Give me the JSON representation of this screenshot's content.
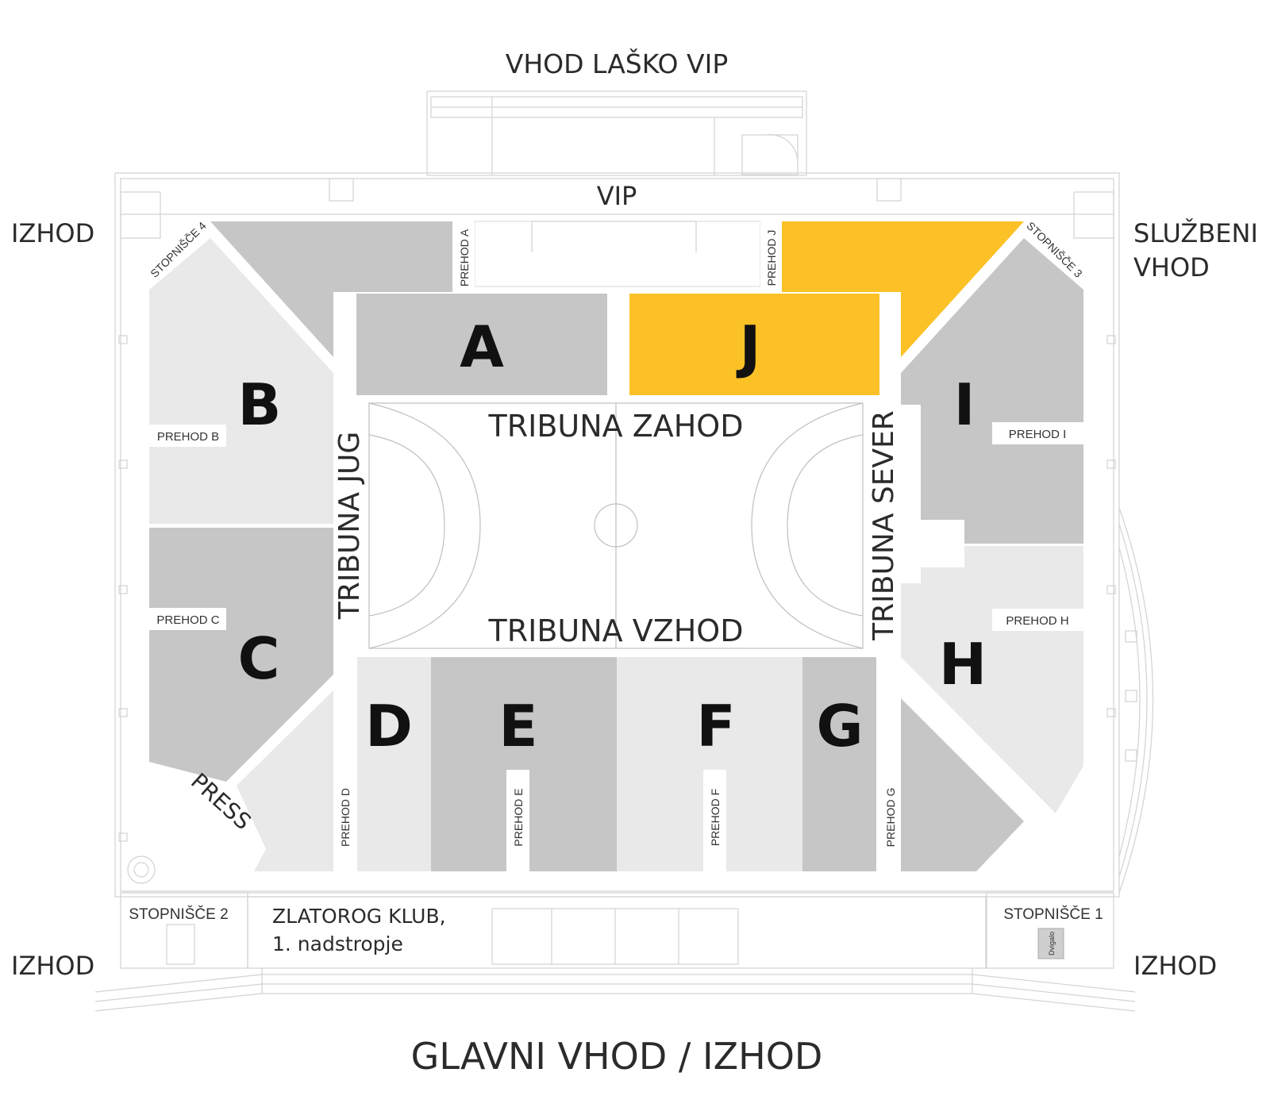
{
  "colors": {
    "dark_gray": "#c6c6c7",
    "light_gray": "#e9e9ea",
    "highlight": "#fcc127",
    "line": "#d2d2d2",
    "text": "#2b2b2b"
  },
  "entrances": {
    "vip_entrance": "VHOD LAŠKO VIP",
    "exit_top_left": "IZHOD",
    "service_entrance_line1": "SLUŽBENI",
    "service_entrance_line2": "VHOD",
    "exit_bottom_left": "IZHOD",
    "exit_bottom_right": "IZHOD",
    "main_entrance": "GLAVNI VHOD / IZHOD"
  },
  "areas": {
    "vip": "VIP",
    "press": "PRESS",
    "club_line1": "ZLATOROG KLUB,",
    "club_line2": "1. nadstropje",
    "elevator": "Dvigalo"
  },
  "stairs": {
    "s1": "STOPNIŠČE 1",
    "s2": "STOPNIŠČE 2",
    "s3": "STOPNIŠČE 3",
    "s4": "STOPNIŠČE 4"
  },
  "tribunes": {
    "west": "TRIBUNA ZAHOD",
    "east": "TRIBUNA VZHOD",
    "south": "TRIBUNA JUG",
    "north": "TRIBUNA SEVER"
  },
  "sectors": [
    {
      "id": "A",
      "label": "A",
      "tone": "dark"
    },
    {
      "id": "B",
      "label": "B",
      "tone": "light"
    },
    {
      "id": "C",
      "label": "C",
      "tone": "dark"
    },
    {
      "id": "D",
      "label": "D",
      "tone": "light"
    },
    {
      "id": "E",
      "label": "E",
      "tone": "dark"
    },
    {
      "id": "F",
      "label": "F",
      "tone": "light"
    },
    {
      "id": "G",
      "label": "G",
      "tone": "dark"
    },
    {
      "id": "H",
      "label": "H",
      "tone": "light"
    },
    {
      "id": "I",
      "label": "I",
      "tone": "dark"
    },
    {
      "id": "J",
      "label": "J",
      "tone": "highlight"
    }
  ],
  "passages": {
    "a": "PREHOD A",
    "b": "PREHOD B",
    "c": "PREHOD C",
    "d": "PREHOD D",
    "e": "PREHOD E",
    "f": "PREHOD F",
    "g": "PREHOD G",
    "h": "PREHOD H",
    "i": "PREHOD I",
    "j": "PREHOD J"
  }
}
